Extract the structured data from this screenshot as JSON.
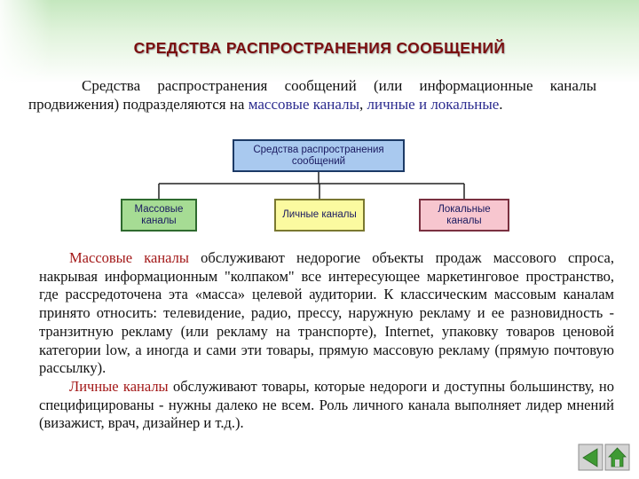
{
  "title": "СРЕДСТВА РАСПРОСТРАНЕНИЯ СООБЩЕНИЙ",
  "intro": {
    "text1": "Средства распространения сообщений (или информационные каналы продвижения) подразделяются на",
    "mass": "массовые каналы",
    "sep": ",",
    "personal": "личные",
    "and": "и",
    "local": "локальные",
    "end": "."
  },
  "diagram": {
    "root": "Средства распространения сообщений",
    "children": [
      "Массовые каналы",
      "Личные каналы",
      "Локальные каналы"
    ]
  },
  "body": {
    "p1_term": "Массовые каналы",
    "p1_text": "обслуживают недорогие объекты продаж массового спроса, накрывая информационным \"колпаком\" все интересующее маркетинговое пространство, где рассредоточена эта «масса» целевой аудитории. К классическим массовым каналам принято относить: телевидение, радио, прессу, наружную рекламу и ее разновидность - транзитную рекламу (или рекламу на транспорте), Internet, упаковку товаров ценовой категории low, а иногда и сами эти товары, прямую массовую рекламу (прямую почтовую рассылку).",
    "p2_term": "Личные каналы",
    "p2_text": "обслуживают товары, которые недороги и доступны большинству, но специфицированы - нужны далеко не всем. Роль личного канала выполняет лидер мнений (визажист, врач, дизайнер и т.д.)."
  },
  "nav": {
    "back_icon": "back-arrow-icon",
    "home_icon": "home-icon"
  },
  "colors": {
    "title": "#7a0f0f",
    "term_red": "#a31818",
    "term_blue": "#2c2c8f",
    "root_fill": "#a9c9ef",
    "mass_fill": "#a6dc94",
    "personal_fill": "#fbfaa0",
    "local_fill": "#f7c6cf"
  }
}
